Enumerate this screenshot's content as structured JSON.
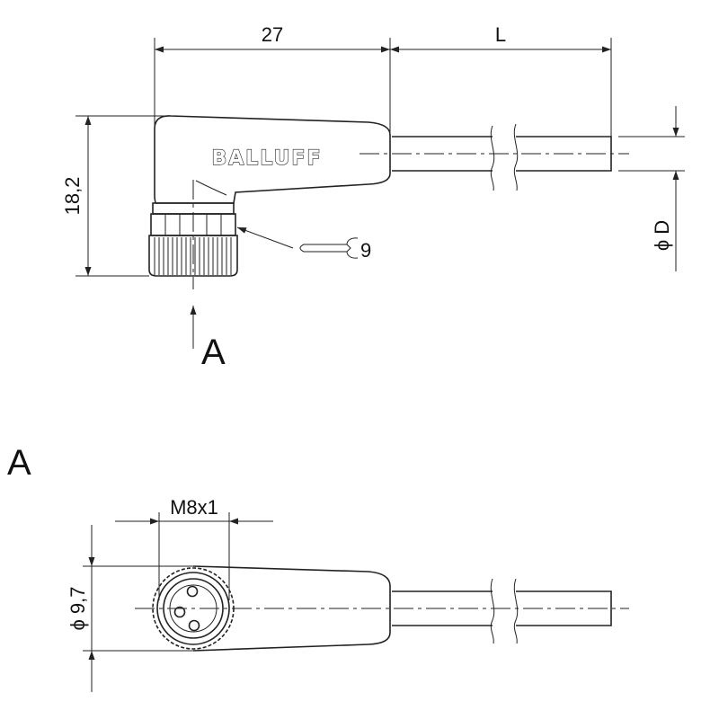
{
  "dimensions": {
    "length_body": "27",
    "length_cable": "L",
    "height": "18,2",
    "cable_diameter": "ϕ D",
    "thread": "M8x1",
    "connector_diameter": "ϕ 9,7"
  },
  "callouts": {
    "wrench_size": "9",
    "view_arrow": "A",
    "view_title": "A"
  },
  "brand": "BALLUFF"
}
